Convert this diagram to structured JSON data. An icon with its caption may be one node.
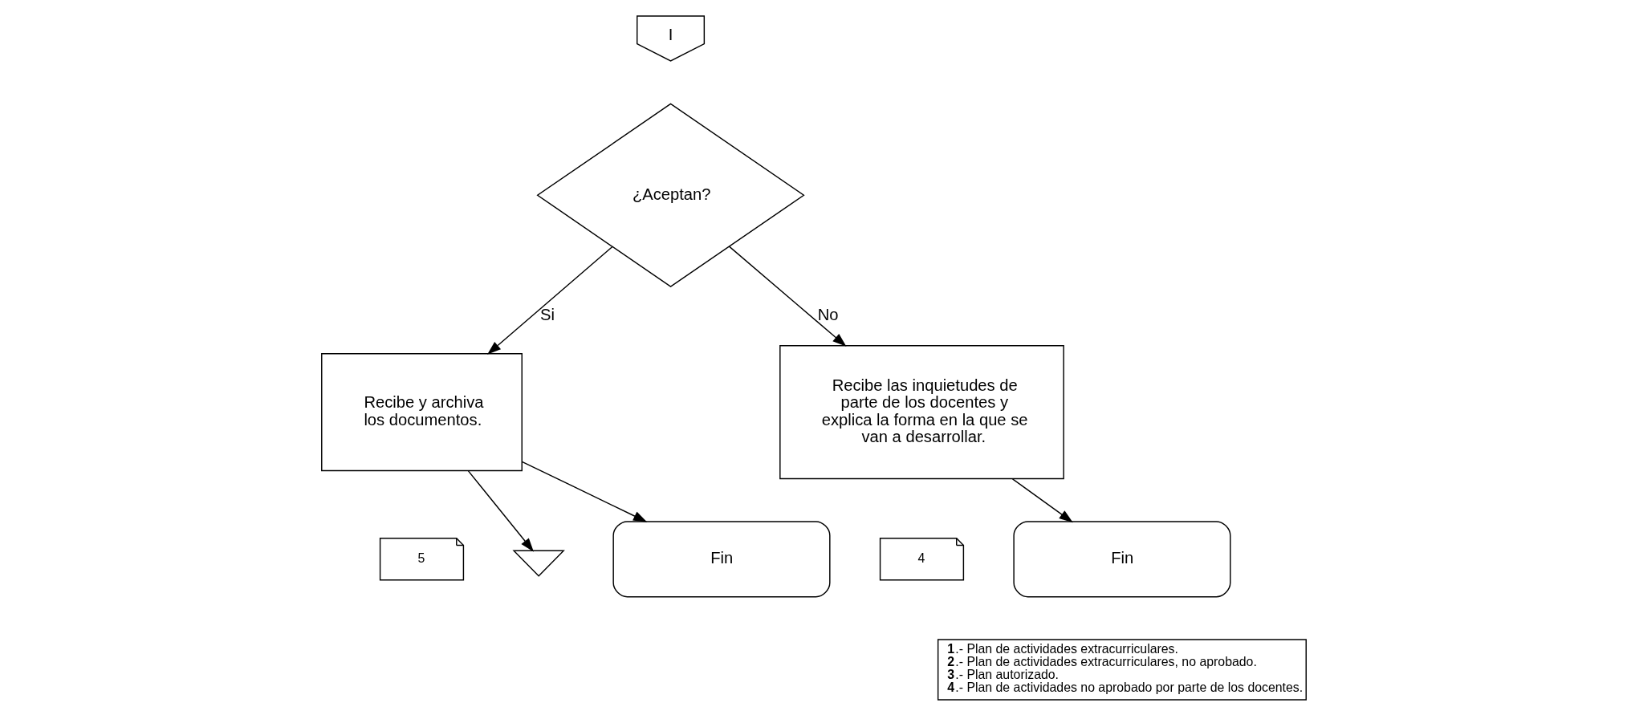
{
  "diagram": {
    "nodes": [
      {
        "text": [
          "I"
        ]
      },
      {
        "text": [
          "¿Aceptan?"
        ]
      },
      {
        "text": [
          "Recibe y archiva los documentos."
        ]
      },
      {
        "text": [
          "5"
        ]
      },
      {
        "text": [],
        "shape": "triangle"
      },
      {
        "text": [
          "Fin"
        ]
      },
      {
        "text": [
          "Recibe las inquietudes de parte de los docentes y explica la forma en la que se van a desarrollar."
        ]
      },
      {
        "text": [
          "4"
        ]
      },
      {
        "text": [
          "Fin"
        ]
      },
      {
        "text": [
          "**1**.- Plan de actividades extracurriculares.",
          "**2**.- Plan de actividades extracurriculares, no aprobado.",
          "**3**.- Plan autorizado.",
          "**4**.- Plan de actividades no aprobado por parte de los docentes."
        ]
      }
    ],
    "edges": [
      {
        "from": 1,
        "to": 2,
        "label": "Si",
        "arrow": "to"
      },
      {
        "from": 1,
        "to": 6,
        "label": "No",
        "arrow": "to"
      },
      {
        "from": 2,
        "to": 4,
        "arrow": "to"
      },
      {
        "from": 2,
        "to": 5,
        "arrow": "to"
      },
      {
        "from": 6,
        "to": 8,
        "arrow": "to"
      }
    ]
  }
}
